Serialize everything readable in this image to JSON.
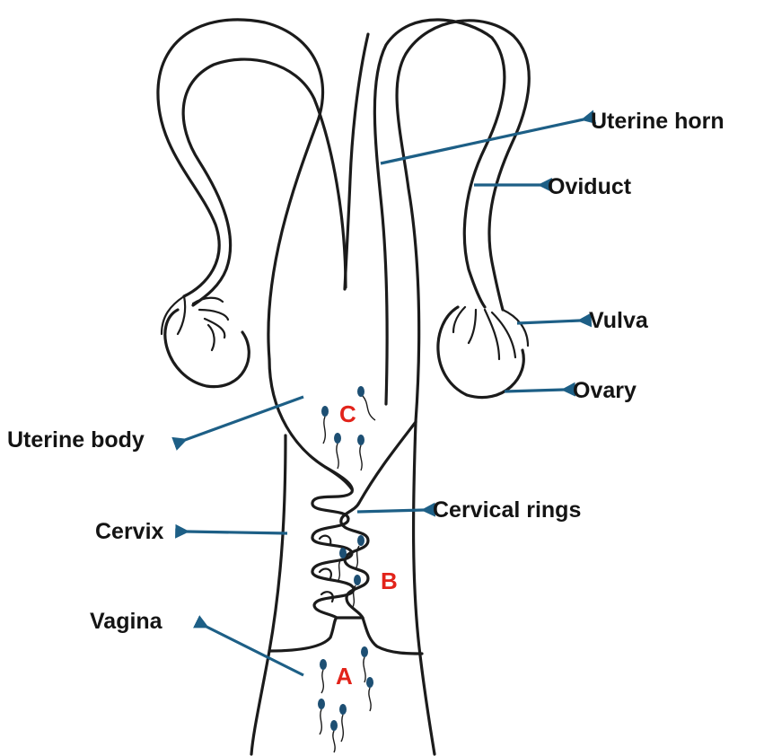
{
  "labels": {
    "uterine_horn": "Uterine horn",
    "oviduct": "Oviduct",
    "vulva": "Vulva",
    "ovary": "Ovary",
    "uterine_body": "Uterine body",
    "cervical_rings": "Cervical rings",
    "cervix": "Cervix",
    "vagina": "Vagina"
  },
  "zones": {
    "a": "A",
    "b": "B",
    "c": "C"
  },
  "colors": {
    "arrow": "#1d5f86",
    "zone_letter": "#e2231a",
    "outline": "#1b1b1b",
    "sperm_head": "#1d4f73"
  }
}
